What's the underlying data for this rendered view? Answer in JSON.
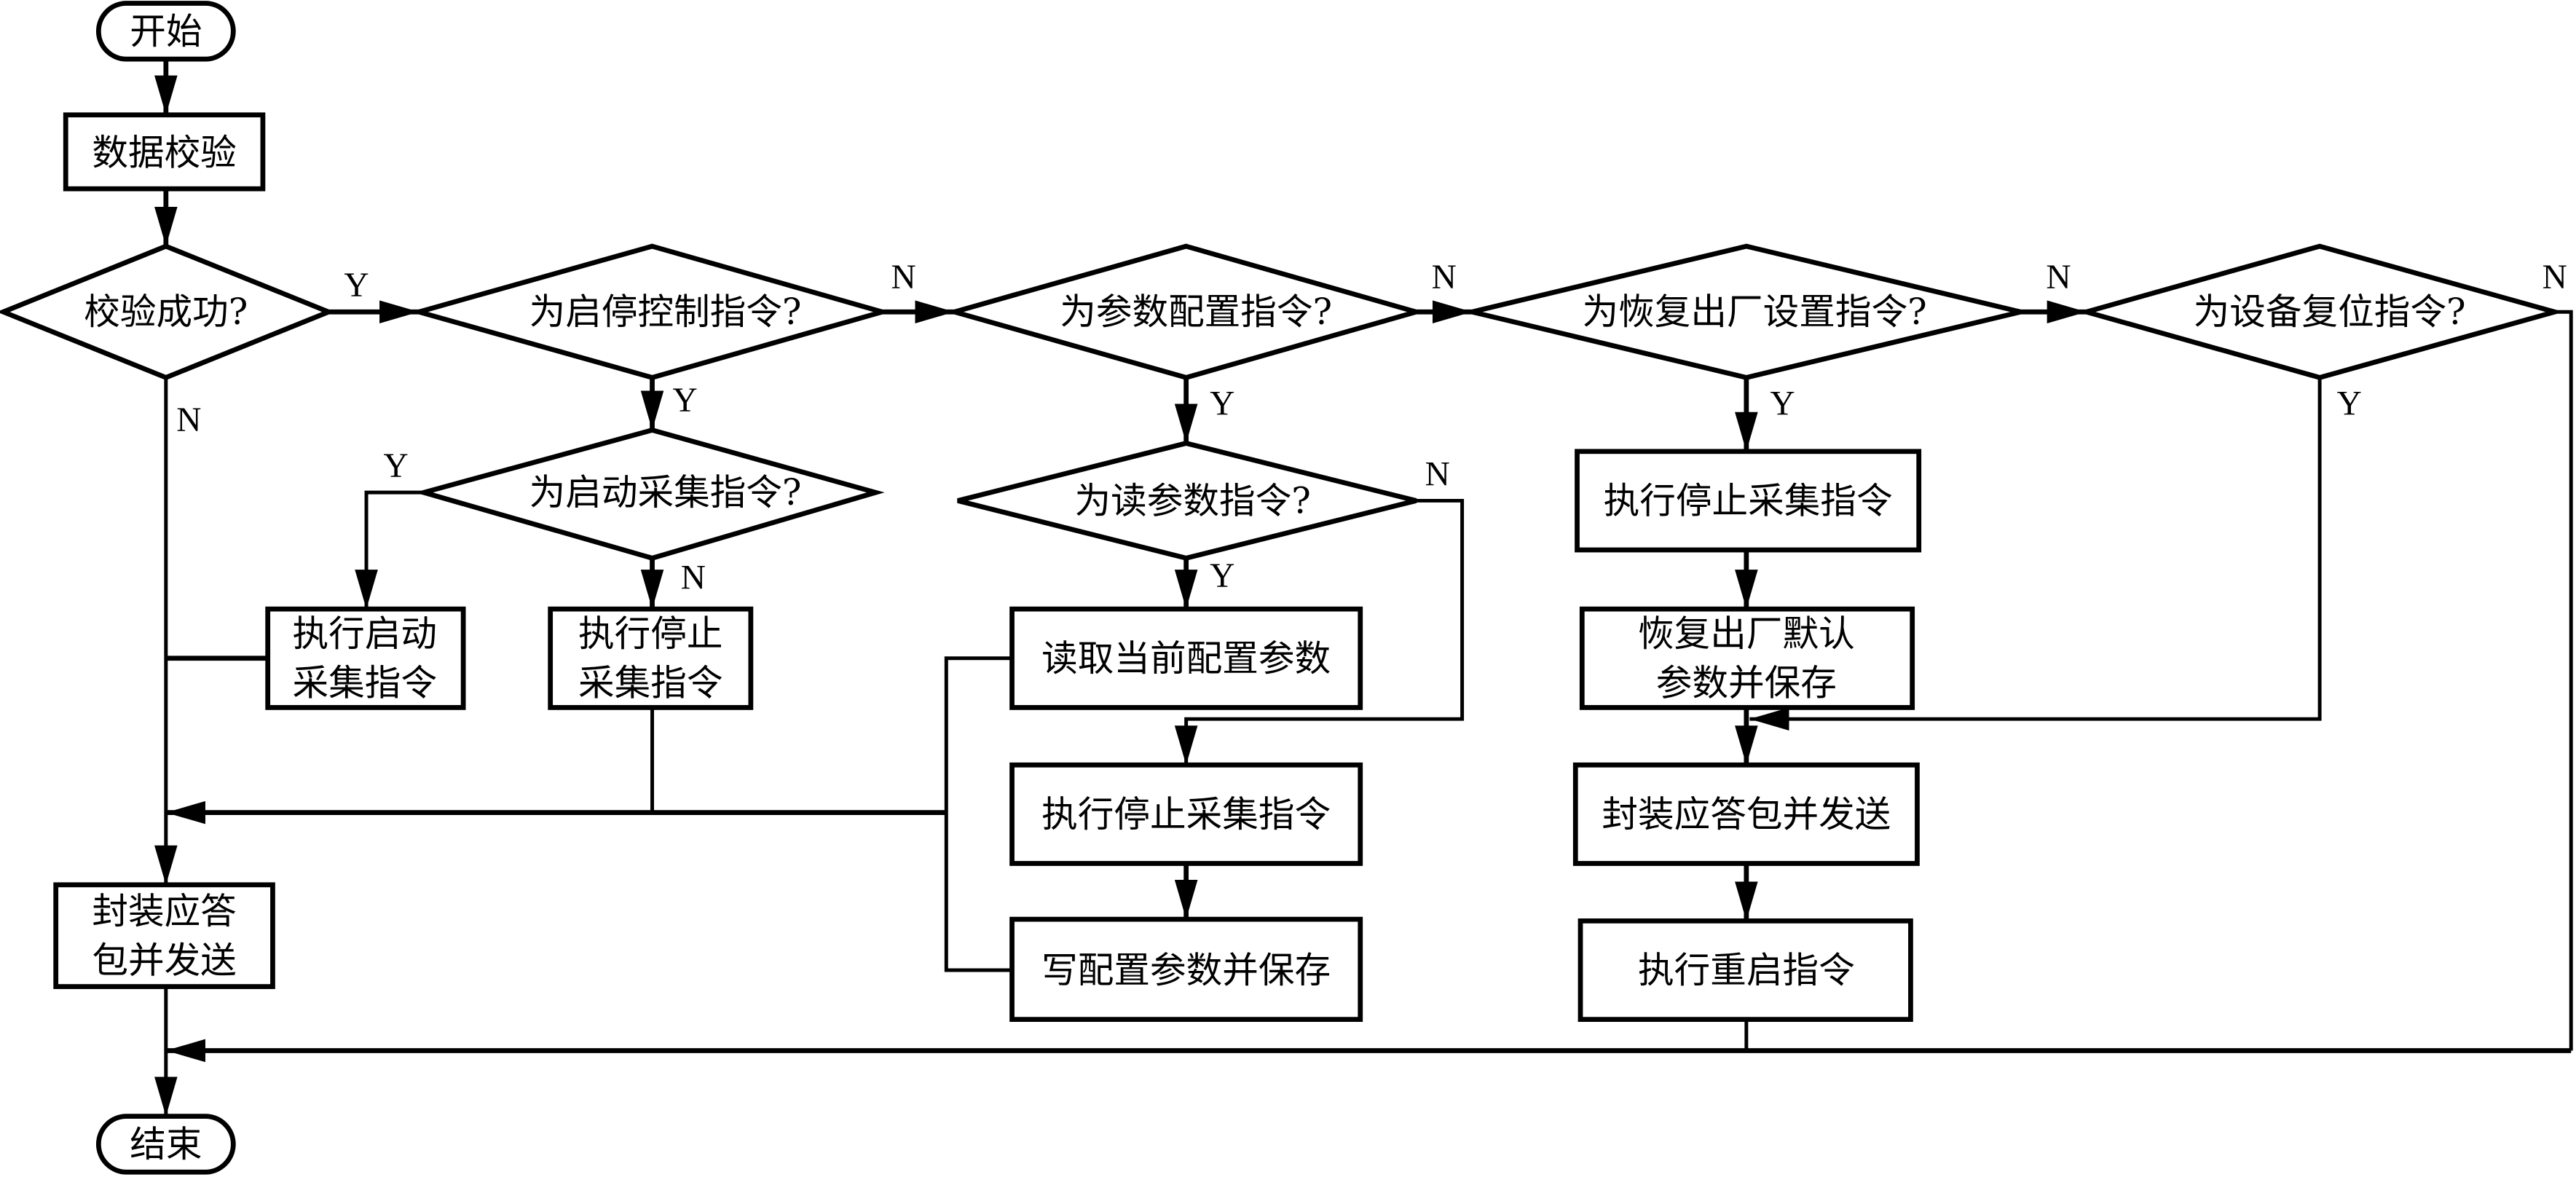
{
  "diagram": {
    "type": "flowchart",
    "colors": {
      "stroke": "#000000",
      "fill": "#ffffff",
      "text": "#000000"
    },
    "nodes": {
      "start": {
        "label": "开始",
        "kind": "terminator"
      },
      "validate": {
        "label": "数据校验",
        "kind": "process"
      },
      "check_ok": {
        "label": "校验成功?",
        "kind": "decision"
      },
      "is_start_stop": {
        "label": "为启停控制指令?",
        "kind": "decision"
      },
      "is_param_config": {
        "label": "为参数配置指令?",
        "kind": "decision"
      },
      "is_factory_reset": {
        "label": "为恢复出厂设置指令?",
        "kind": "decision"
      },
      "is_device_reset": {
        "label": "为设备复位指令?",
        "kind": "decision"
      },
      "is_start_collect": {
        "label": "为启动采集指令?",
        "kind": "decision"
      },
      "is_read_param": {
        "label": "为读参数指令?",
        "kind": "decision"
      },
      "exec_start_collect": {
        "lines": [
          "执行启动",
          "采集指令"
        ],
        "kind": "process"
      },
      "exec_stop_collect_a": {
        "lines": [
          "执行停止",
          "采集指令"
        ],
        "kind": "process"
      },
      "read_config": {
        "label": "读取当前配置参数",
        "kind": "process"
      },
      "exec_stop_collect_b": {
        "label": "执行停止采集指令",
        "kind": "process"
      },
      "write_config": {
        "label": "写配置参数并保存",
        "kind": "process"
      },
      "exec_stop_collect_c": {
        "label": "执行停止采集指令",
        "kind": "process"
      },
      "restore_defaults": {
        "lines": [
          "恢复出厂默认",
          "参数并保存"
        ],
        "kind": "process"
      },
      "pack_reply_right": {
        "label": "封装应答包并发送",
        "kind": "process"
      },
      "exec_reboot": {
        "label": "执行重启指令",
        "kind": "process"
      },
      "pack_reply_left": {
        "lines": [
          "封装应答",
          "包并发送"
        ],
        "kind": "process"
      },
      "end": {
        "label": "结束",
        "kind": "terminator"
      }
    },
    "branch_labels": {
      "check_ok_yes": "Y",
      "check_ok_no": "N",
      "start_stop_no": "N",
      "start_stop_yes": "Y",
      "start_collect_yes": "Y",
      "start_collect_no": "N",
      "param_config_no": "N",
      "param_config_yes": "Y",
      "read_param_no": "N",
      "read_param_yes": "Y",
      "factory_reset_no": "N",
      "factory_reset_yes": "Y",
      "device_reset_no": "N",
      "device_reset_yes": "Y"
    },
    "edges": [
      {
        "from": "start",
        "to": "validate"
      },
      {
        "from": "validate",
        "to": "check_ok"
      },
      {
        "from": "check_ok",
        "to": "is_start_stop",
        "label": "Y"
      },
      {
        "from": "check_ok",
        "to": "pack_reply_left",
        "label": "N"
      },
      {
        "from": "is_start_stop",
        "to": "is_param_config",
        "label": "N"
      },
      {
        "from": "is_start_stop",
        "to": "is_start_collect",
        "label": "Y"
      },
      {
        "from": "is_start_collect",
        "to": "exec_start_collect",
        "label": "Y"
      },
      {
        "from": "is_start_collect",
        "to": "exec_stop_collect_a",
        "label": "N"
      },
      {
        "from": "exec_start_collect",
        "to": "pack_reply_left"
      },
      {
        "from": "exec_stop_collect_a",
        "to": "pack_reply_left"
      },
      {
        "from": "is_param_config",
        "to": "is_factory_reset",
        "label": "N"
      },
      {
        "from": "is_param_config",
        "to": "is_read_param",
        "label": "Y"
      },
      {
        "from": "is_read_param",
        "to": "read_config",
        "label": "Y"
      },
      {
        "from": "is_read_param",
        "to": "exec_stop_collect_b",
        "label": "N"
      },
      {
        "from": "read_config",
        "to": "pack_reply_left"
      },
      {
        "from": "exec_stop_collect_b",
        "to": "write_config"
      },
      {
        "from": "write_config",
        "to": "pack_reply_left"
      },
      {
        "from": "is_factory_reset",
        "to": "is_device_reset",
        "label": "N"
      },
      {
        "from": "is_factory_reset",
        "to": "exec_stop_collect_c",
        "label": "Y"
      },
      {
        "from": "exec_stop_collect_c",
        "to": "restore_defaults"
      },
      {
        "from": "restore_defaults",
        "to": "pack_reply_right"
      },
      {
        "from": "is_device_reset",
        "to": "pack_reply_right",
        "label": "Y"
      },
      {
        "from": "is_device_reset",
        "to": "end",
        "label": "N"
      },
      {
        "from": "pack_reply_right",
        "to": "exec_reboot"
      },
      {
        "from": "exec_reboot",
        "to": "end"
      },
      {
        "from": "pack_reply_left",
        "to": "end"
      }
    ]
  }
}
